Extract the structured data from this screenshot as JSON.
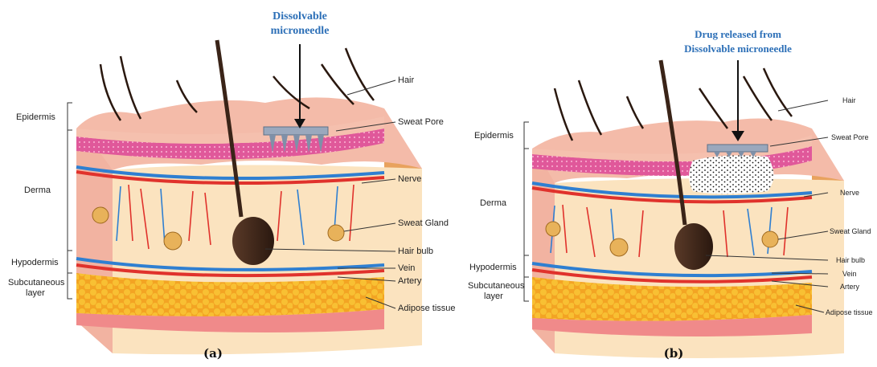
{
  "panel_a": {
    "title_line1": "Dissolvable",
    "title_line2": "microneedle",
    "labels_left": [
      "Epidermis",
      "Derma",
      "Hypodermis",
      "Subcutaneous",
      "layer"
    ],
    "labels_right": [
      "Hair",
      "Sweat Pore",
      "Nerve",
      "Sweat Gland",
      "Hair bulb",
      "Vein",
      "Artery",
      "Adipose tissue"
    ],
    "caption": "(a)"
  },
  "panel_b": {
    "title_line1": "Drug released from",
    "title_line2": "Dissolvable microneedle",
    "labels_left": [
      "Epidermis",
      "Derma",
      "Hypodermis",
      "Subcutaneous",
      "layer"
    ],
    "labels_right": [
      "Hair",
      "Sweat Pore",
      "Nerve",
      "Sweat Gland",
      "Hair bulb",
      "Vein",
      "Artery",
      "Adipose tissue"
    ],
    "caption": "(b)"
  },
  "colors": {
    "title_blue": "#2c6fb7",
    "epidermis_pink": "#f2b7a8",
    "dermis_cream": "#fbe3bf",
    "pink_layer": "#e0589a",
    "fat_yellow": "#f6b72b",
    "skin_base": "#f08a8a",
    "vein_blue": "#2f7fd1",
    "artery_red": "#e0322c",
    "hair_brown": "#3a2418"
  }
}
